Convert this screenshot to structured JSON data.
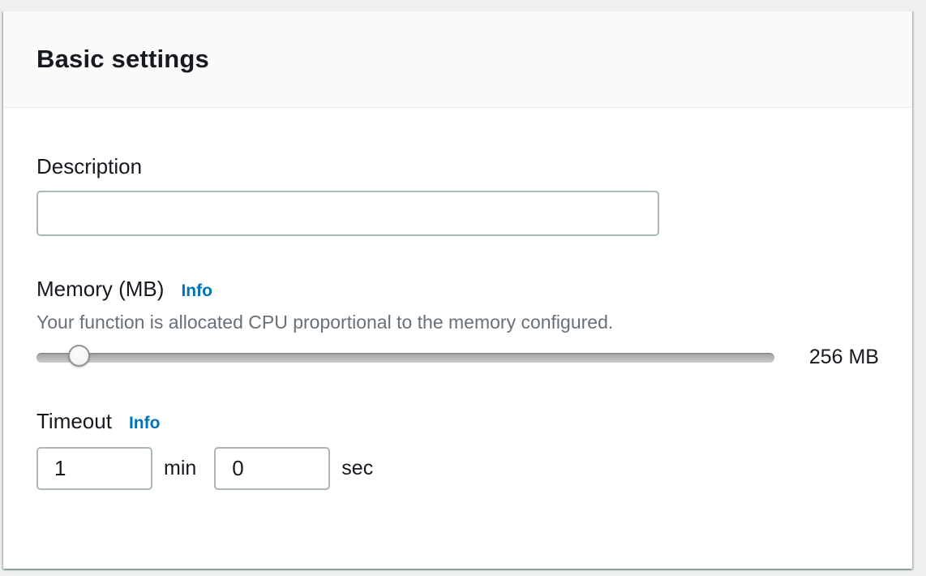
{
  "panel": {
    "title": "Basic settings"
  },
  "fields": {
    "description": {
      "label": "Description",
      "value": ""
    },
    "memory": {
      "label": "Memory (MB)",
      "info": "Info",
      "help": "Your function is allocated CPU proportional to the memory configured.",
      "value_label": "256 MB",
      "slider_percent": 5.9
    },
    "timeout": {
      "label": "Timeout",
      "info": "Info",
      "minutes": {
        "value": "1",
        "unit": "min"
      },
      "seconds": {
        "value": "0",
        "unit": "sec"
      }
    }
  },
  "colors": {
    "link_blue": "#0073bb",
    "heading_text": "#16191f",
    "help_text": "#687078",
    "input_border": "#aab7b8",
    "header_background": "#fafafa",
    "divider": "#eaeded"
  }
}
